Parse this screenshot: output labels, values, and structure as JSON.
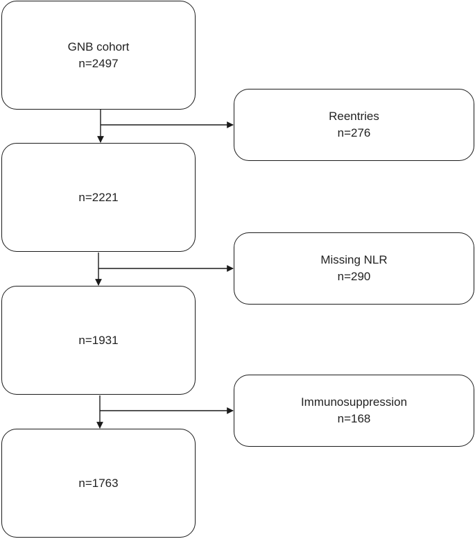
{
  "flow": {
    "main_boxes": [
      {
        "label": "GNB cohort",
        "count": "n=2497"
      },
      {
        "label": "",
        "count": "n=2221"
      },
      {
        "label": "",
        "count": "n=1931"
      },
      {
        "label": "",
        "count": "n=1763"
      }
    ],
    "exclusion_boxes": [
      {
        "label": "Reentries",
        "count": "n=276"
      },
      {
        "label": "Missing NLR",
        "count": "n=290"
      },
      {
        "label": "Immunosuppression",
        "count": "n=168"
      }
    ]
  },
  "colors": {
    "line": "#1a1a1a",
    "text": "#222222",
    "background": "#ffffff"
  }
}
